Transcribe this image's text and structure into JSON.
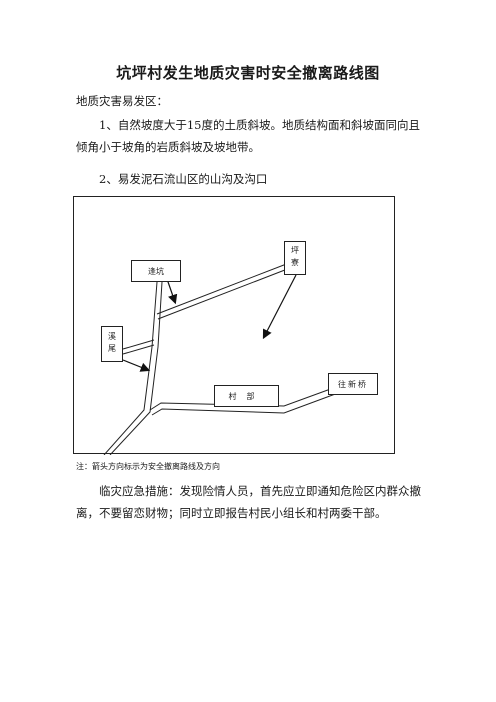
{
  "doc": {
    "title": "坑坪村发生地质灾害时安全撤离路线图",
    "heading_area": "地质灾害易发区：",
    "item1": "1、自然坡度大于15度的土质斜坡。地质结构面和斜坡面同向且倾角小于坡角的岩质斜坡及坡地带。",
    "item2": "2、易发泥石流山区的山沟及沟口",
    "note": "注：箭头方向标示为安全撤离路线及方向",
    "measures": "临灾应急措施：发现险情人员，首先应立即通知危险区内群众撤离，不要留恋财物；同时立即报告村民小组长和村两委干部。"
  },
  "map": {
    "labels": {
      "fengkeng": "逢坑",
      "pingliao": "坪寮",
      "xiwei": "溪尾",
      "cunbu": "村部",
      "wangxinqiao": "往新桥"
    }
  }
}
